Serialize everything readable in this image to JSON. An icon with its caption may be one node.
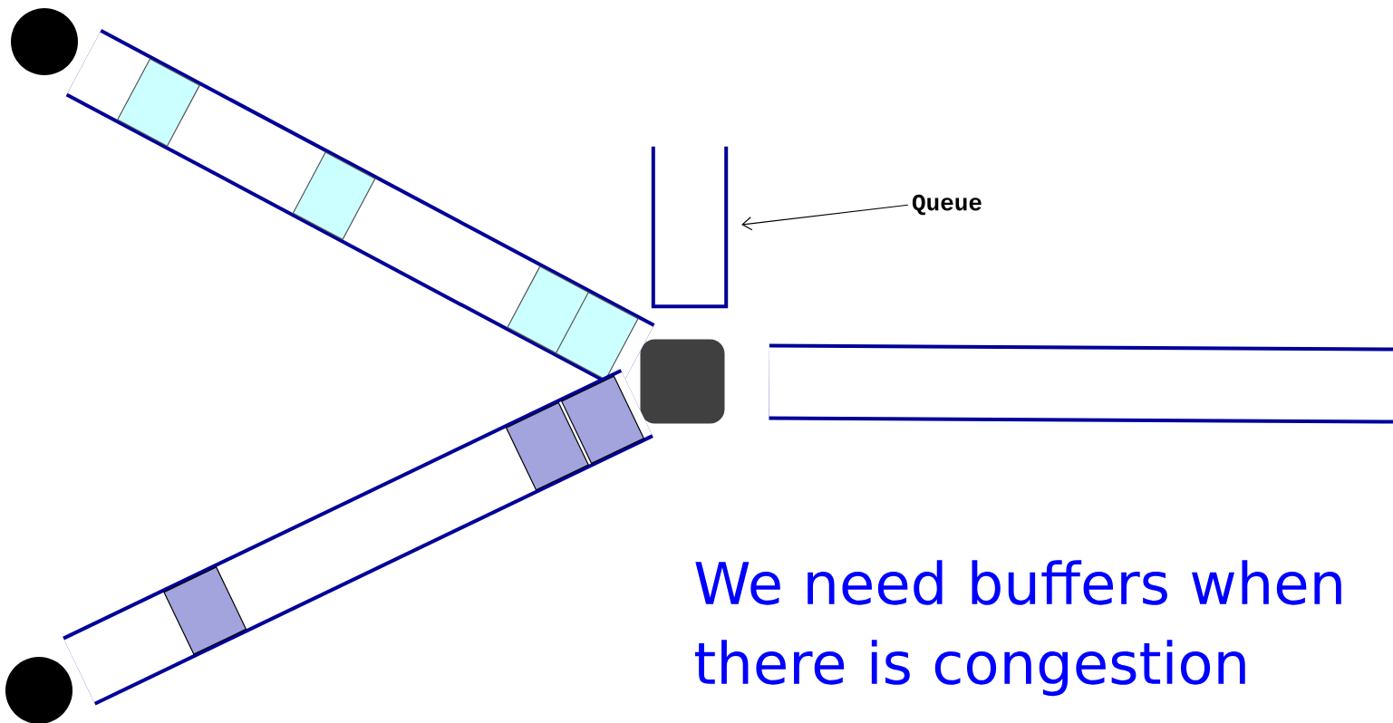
{
  "diagram": {
    "nodes": [
      {
        "text": [],
        "shape": "circle"
      },
      {
        "text": [],
        "shape": "box"
      },
      {
        "text": [],
        "shape": "box"
      },
      {
        "text": [],
        "shape": "circle"
      },
      {
        "text": [
          "Queue"
        ]
      }
    ],
    "edges": [
      {
        "from": 0,
        "to": 2,
        "arrow": "none"
      },
      {
        "from": 3,
        "to": 2,
        "arrow": "none"
      },
      {
        "from": 2,
        "to": null,
        "arrow": "none"
      },
      {
        "from": 4,
        "to": 1,
        "arrow": "to",
        "color": "#000000"
      }
    ],
    "labels": [
      "We need buffers when there is congestion"
    ]
  }
}
